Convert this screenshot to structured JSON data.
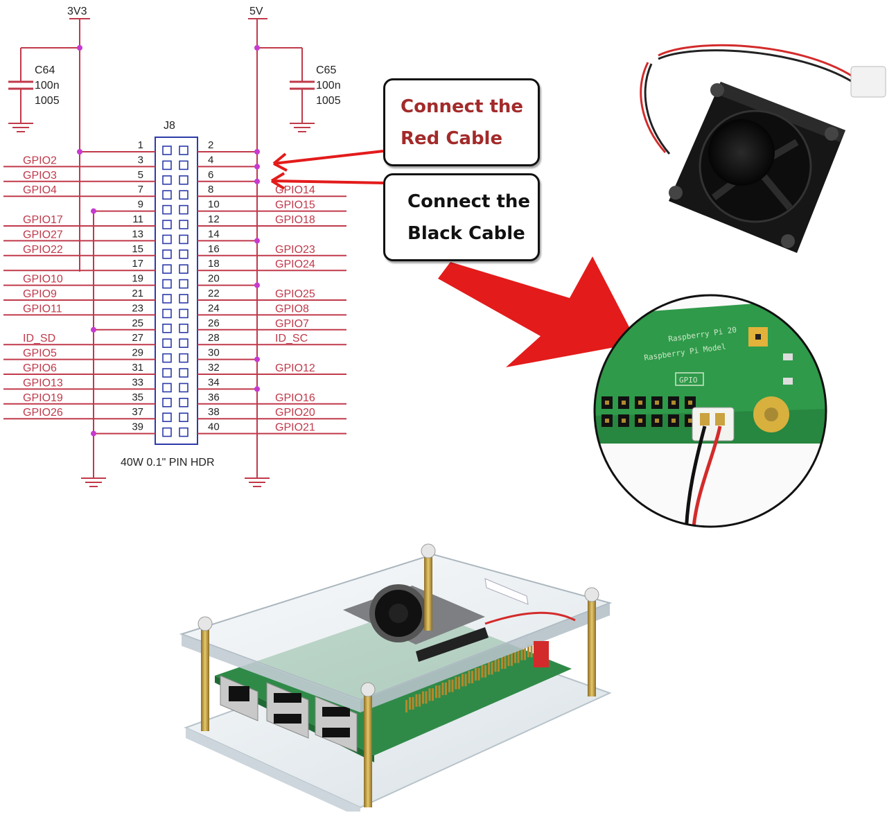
{
  "schematic": {
    "rail_left": "3V3",
    "rail_right": "5V",
    "cap_left": {
      "name": "C64",
      "value": "100n",
      "size": "1005"
    },
    "cap_right": {
      "name": "C65",
      "value": "100n",
      "size": "1005"
    },
    "connector_ref": "J8",
    "connector_desc": "40W 0.1\" PIN HDR",
    "left_labels": [
      "",
      "GPIO2",
      "GPIO3",
      "GPIO4",
      "",
      "GPIO17",
      "GPIO27",
      "GPIO22",
      "",
      "GPIO10",
      "GPIO9",
      "GPIO11",
      "",
      "ID_SD",
      "GPIO5",
      "GPIO6",
      "GPIO13",
      "GPIO19",
      "GPIO26",
      ""
    ],
    "right_labels": [
      "",
      "",
      "",
      "GPIO14",
      "GPIO15",
      "GPIO18",
      "",
      "GPIO23",
      "GPIO24",
      "",
      "GPIO25",
      "GPIO8",
      "GPIO7",
      "ID_SC",
      "",
      "GPIO12",
      "",
      "GPIO16",
      "GPIO20",
      "GPIO21"
    ],
    "odd_pins": [
      "1",
      "3",
      "5",
      "7",
      "9",
      "11",
      "13",
      "15",
      "17",
      "19",
      "21",
      "23",
      "25",
      "27",
      "29",
      "31",
      "33",
      "35",
      "37",
      "39"
    ],
    "even_pins": [
      "2",
      "4",
      "6",
      "8",
      "10",
      "12",
      "14",
      "16",
      "18",
      "20",
      "22",
      "24",
      "26",
      "28",
      "30",
      "32",
      "34",
      "36",
      "38",
      "40"
    ]
  },
  "callouts": {
    "red": {
      "line1": "Connect the",
      "line2": "Red Cable"
    },
    "black": {
      "line1": "Connect the",
      "line2": "Black Cable"
    }
  },
  "board_silkscreen": {
    "text1": "Raspberry Pi 20",
    "text2": "Raspberry Pi Model",
    "text3": "GPIO"
  },
  "colors": {
    "signal": "#c0394a",
    "wire_red": "#d32b2b",
    "arrow_red": "#e31b1b",
    "pcb_green": "#2f9a4a",
    "callout_red_text": "#a32a2a"
  }
}
